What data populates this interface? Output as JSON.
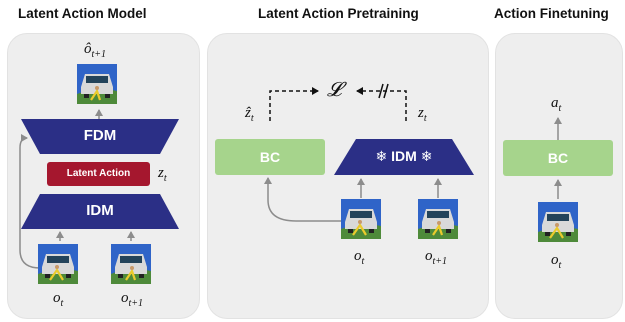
{
  "titles": {
    "lam": "Latent Action Model",
    "pretrain": "Latent Action Pretraining",
    "finetune": "Action Finetuning"
  },
  "lam": {
    "fdm_label": "FDM",
    "latent_action_label": "Latent Action",
    "idm_label": "IDM"
  },
  "pretrain": {
    "bc_label": "BC",
    "idm_label": "IDM",
    "frozen_glyph": "❄",
    "loss_symbol": "𝓛"
  },
  "finetune": {
    "bc_label": "BC"
  },
  "math": {
    "o_hat": "ô",
    "o": "o",
    "z": "z",
    "z_hat": "ẑ",
    "a": "a",
    "sub_t1": "t+1",
    "sub_t": "t"
  },
  "colors": {
    "navy": "#2b2f86",
    "crimson": "#a5172e",
    "green": "#a6d48c",
    "panel": "#eeeeee"
  }
}
